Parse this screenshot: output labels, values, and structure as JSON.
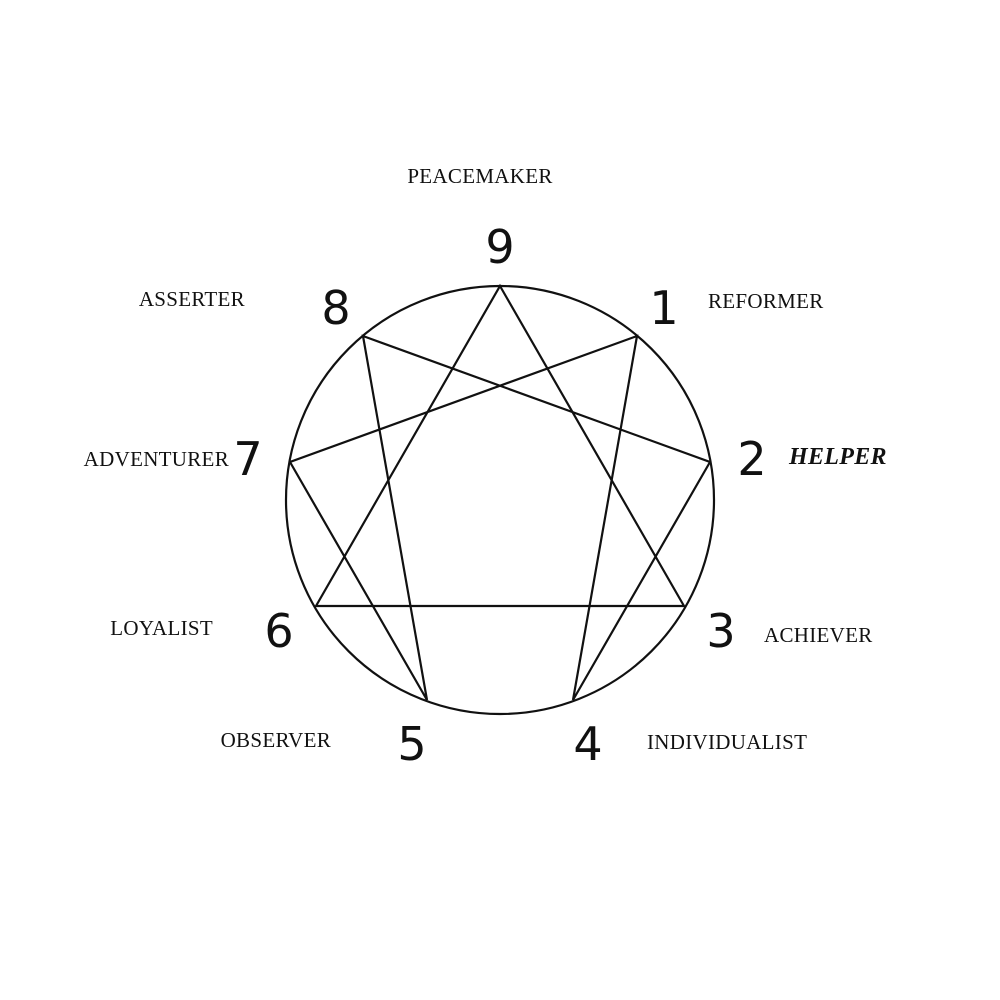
{
  "points": [
    {
      "number": "9",
      "label": "PEACEMAKER"
    },
    {
      "number": "1",
      "label": "REFORMER"
    },
    {
      "number": "2",
      "label": "HELPER",
      "highlighted": true
    },
    {
      "number": "3",
      "label": "ACHIEVER"
    },
    {
      "number": "4",
      "label": "INDIVIDUALIST"
    },
    {
      "number": "5",
      "label": "OBSERVER"
    },
    {
      "number": "6",
      "label": "LOYALIST"
    },
    {
      "number": "7",
      "label": "ADVENTURER"
    },
    {
      "number": "8",
      "label": "ASSERTER"
    }
  ],
  "colors": {
    "line": "#111111",
    "background": "#ffffff"
  }
}
